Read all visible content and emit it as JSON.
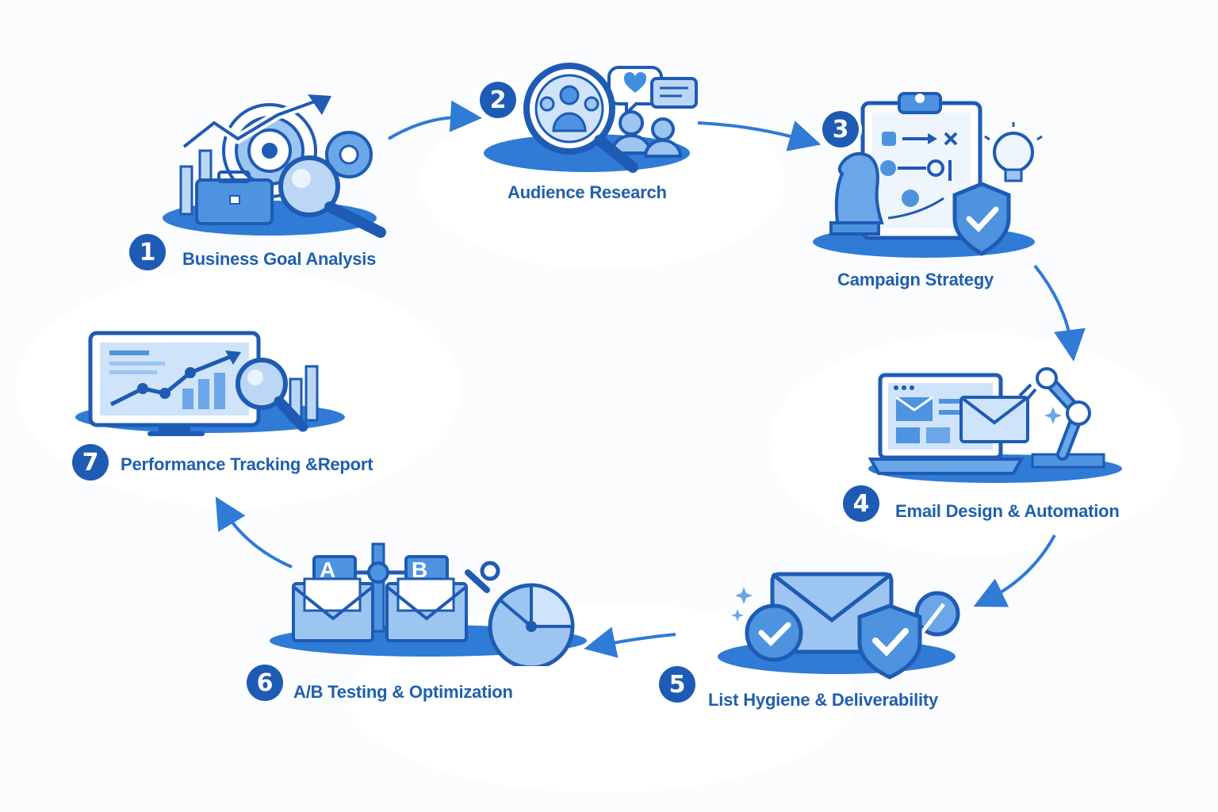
{
  "steps": [
    {
      "number": "1",
      "label": "Business Goal Analysis"
    },
    {
      "number": "2",
      "label": "Audience Research"
    },
    {
      "number": "3",
      "label": "Campaign Strategy"
    },
    {
      "number": "4",
      "label": "Email Design & Automation"
    },
    {
      "number": "5",
      "label": "List Hygiene & Deliverability"
    },
    {
      "number": "6",
      "label": "A/B Testing & Optimization"
    },
    {
      "number": "7",
      "label": "Performance Tracking &Report"
    }
  ],
  "variants": {
    "a": "A",
    "b": "B"
  },
  "icons": [
    "target-growth-icon",
    "audience-magnifier-icon",
    "strategy-board-icon",
    "email-automation-icon",
    "deliverability-shield-icon",
    "ab-test-icon",
    "analytics-monitor-icon"
  ],
  "colors": {
    "primary": "#1e5bb4",
    "accent": "#3f8fe0",
    "light": "#cfe3fa",
    "label": "#1f5fae"
  }
}
